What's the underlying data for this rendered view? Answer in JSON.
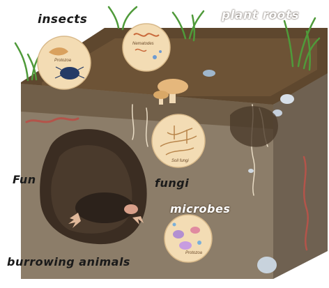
{
  "labels": {
    "insects": "insects",
    "plant_roots": "plant roots",
    "fun": "Fun",
    "fungi": "fungi",
    "microbes": "microbes",
    "burrowing_animals": "burrowing animals"
  },
  "colors": {
    "soil_top": "#6b5236",
    "soil_front": "#8a7a66",
    "soil_side": "#6e604f",
    "grass": "#4f9a3a",
    "bubble": "#f2d9b0",
    "burrow": "#3a2c22"
  },
  "icons": [
    "insect-icon",
    "beetle-icon",
    "mushroom-icon",
    "root-icon",
    "mole-icon",
    "earthworm-icon",
    "microbe-icon",
    "fungal-hyphae-icon"
  ]
}
